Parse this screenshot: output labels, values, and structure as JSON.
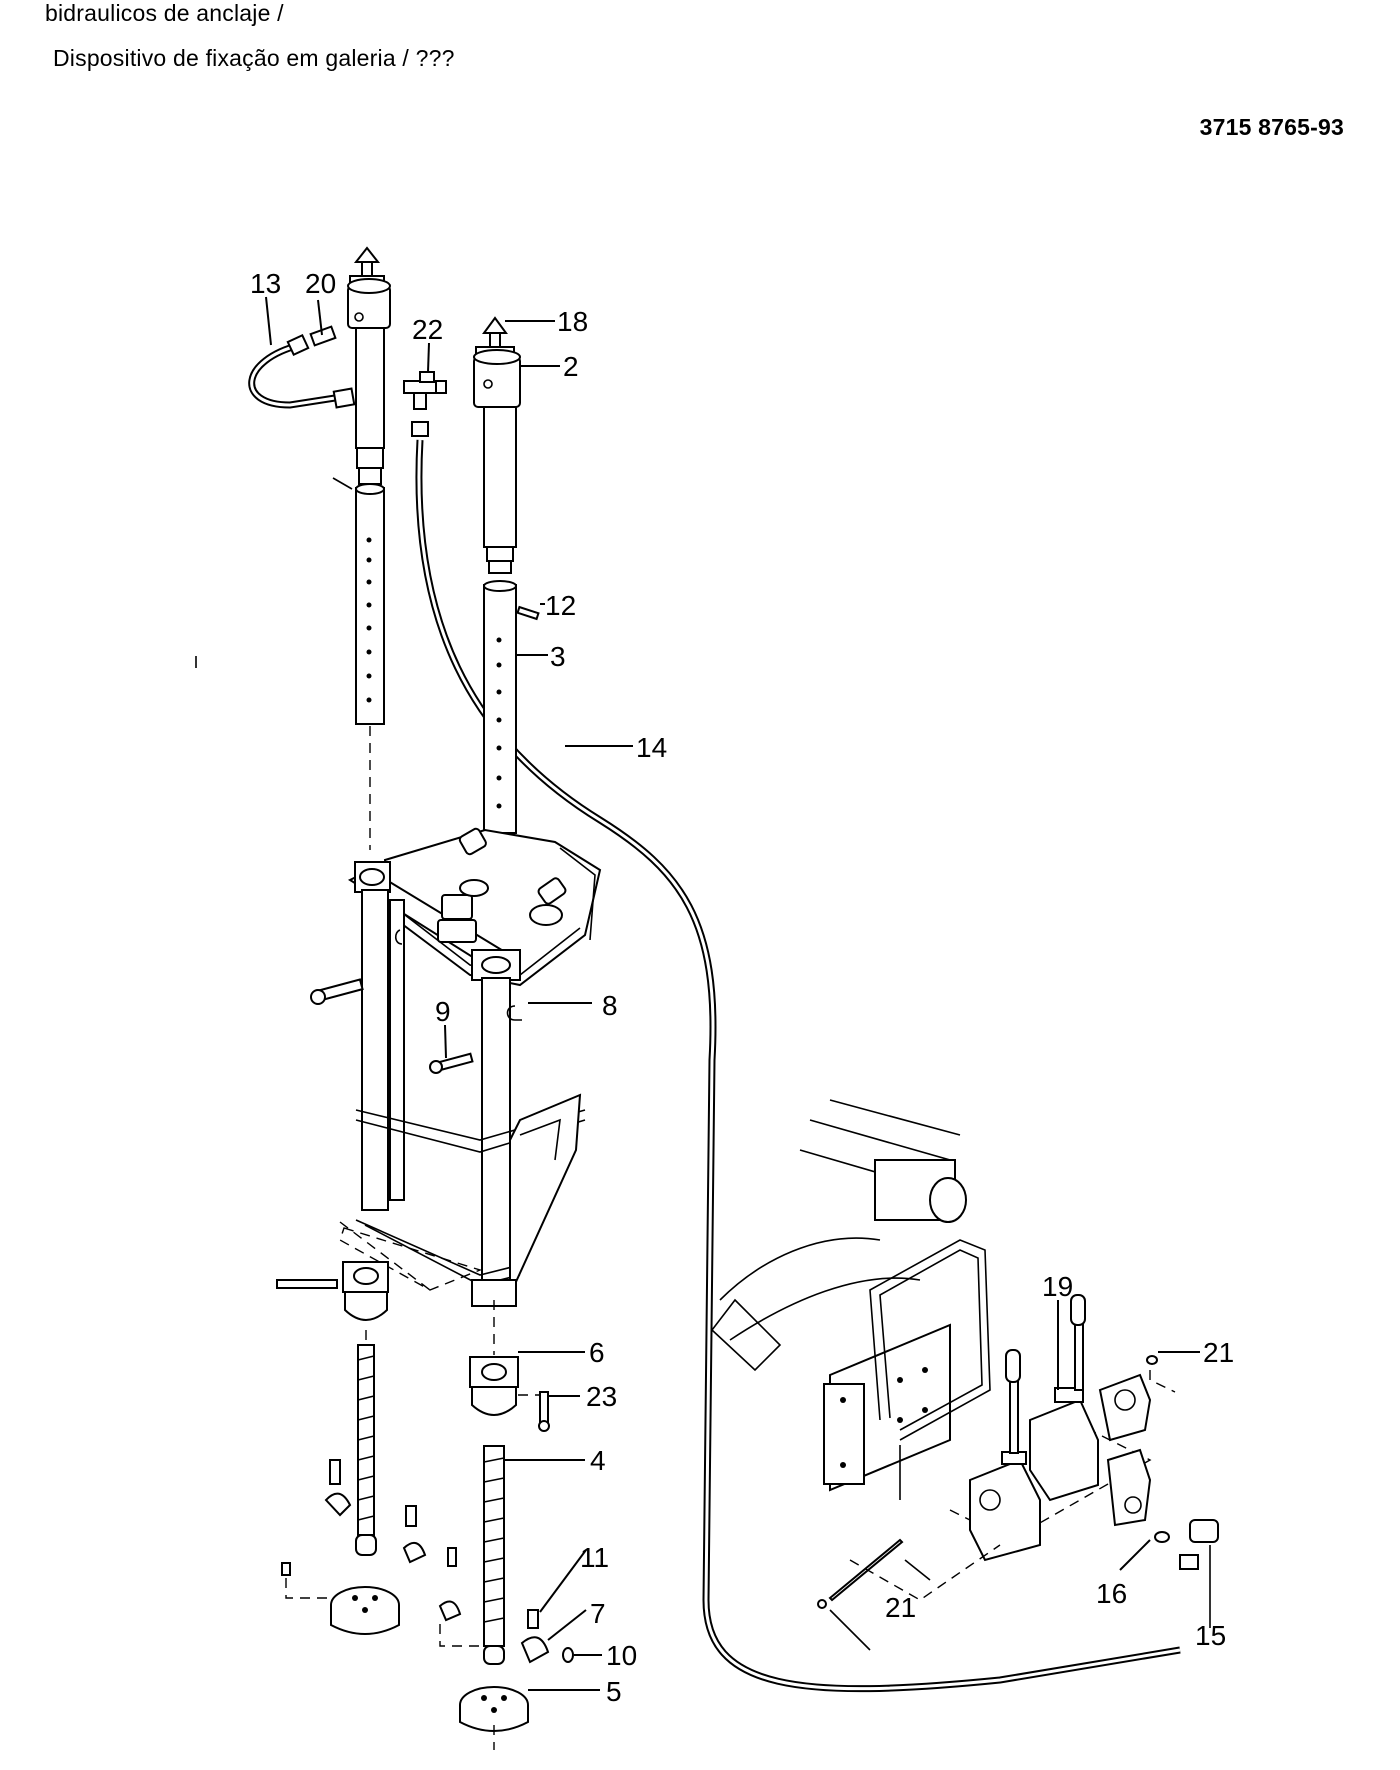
{
  "header": {
    "line1": "bidraulicos de anclaje /",
    "line2": "Dispositivo de fixação em galeria / ???",
    "document_number": "3715 8765-93"
  },
  "callouts": {
    "c13": "13",
    "c20": "20",
    "c22": "22",
    "c18": "18",
    "c2": "2",
    "c12": "12",
    "c3": "3",
    "c14": "14",
    "c9": "9",
    "c8": "8",
    "c19": "19",
    "c21a": "21",
    "c6": "6",
    "c23": "23",
    "c4": "4",
    "c21b": "21",
    "c16": "16",
    "c11": "11",
    "c7": "7",
    "c15": "15",
    "c10": "10",
    "c5": "5"
  }
}
